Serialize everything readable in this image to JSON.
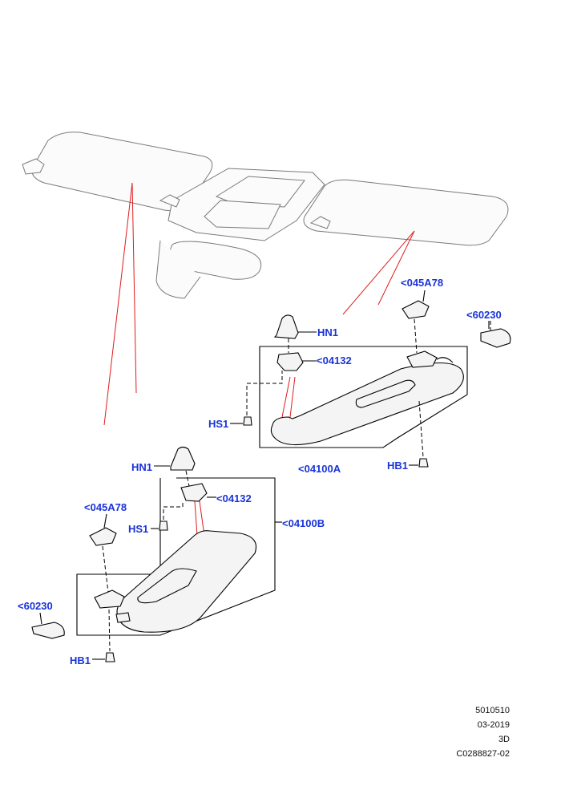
{
  "callouts": {
    "hn1_upper": "HN1",
    "c04132_upper": "<04132",
    "hs1_upper": "HS1",
    "c04100a": "<04100A",
    "hb1_upper": "HB1",
    "c045a78_upper": "<045A78",
    "c60230_upper": "<60230",
    "hn1_lower": "HN1",
    "c04132_lower": "<04132",
    "c04100b": "<04100B",
    "c045a78_lower": "<045A78",
    "hs1_lower": "HS1",
    "c60230_lower": "<60230",
    "hb1_lower": "HB1"
  },
  "meta": {
    "code": "5010510",
    "date": "03-2019",
    "view": "3D",
    "ref": "C0288827-02"
  },
  "colors": {
    "callout": "#1a33d9",
    "leader_red": "#e21b1b"
  }
}
